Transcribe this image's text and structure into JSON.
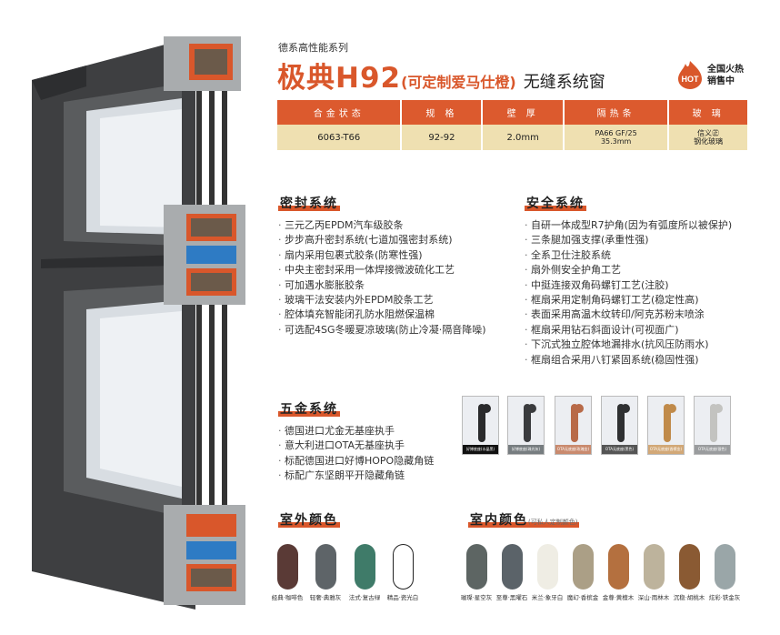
{
  "header": {
    "series": "德系高性能系列",
    "title_main": "极典H92",
    "title_paren": "(可定制爱马仕橙)",
    "title_tail": "无缝系统窗",
    "hot_badge": "HOT",
    "hot_text_1": "全国火热",
    "hot_text_2": "销售中"
  },
  "spec_table": {
    "headers": [
      "合金状态",
      "规 格",
      "壁 厚",
      "隔热条",
      "玻 璃"
    ],
    "values": [
      "6063-T66",
      "92-92",
      "2.0mm",
      "PA66 GF/25\n35.3mm",
      "信义㊣\n钢化玻璃"
    ],
    "values_split": {
      "strip_1": "PA66 GF/25",
      "strip_2": "35.3mm",
      "glass_1": "信义㊣",
      "glass_2": "钢化玻璃"
    }
  },
  "seal": {
    "heading": "密封系统",
    "items": [
      "三元乙丙EPDM汽车级胶条",
      "步步高升密封系统(七道加强密封系统)",
      "扇内采用包裹式胶条(防寒性强)",
      "中央主密封采用一体焊接微波硫化工艺",
      "可加遇水膨胀胶条",
      "玻璃干法安装内外EPDM胶条工艺",
      "腔体填充智能闭孔防水阻燃保温棉",
      "可选配4SG冬暖夏凉玻璃(防止冷凝·隔音降噪)"
    ]
  },
  "safety": {
    "heading": "安全系统",
    "items": [
      "自研一体成型R7护角(因为有弧度所以被保护)",
      "三条腿加强支撑(承重性强)",
      "全系卫仕注胶系统",
      "扇外侧安全护角工艺",
      "中挺连接双角码螺钉工艺(注胶)",
      "框扇采用定制角码螺钉工艺(稳定性高)",
      "表面采用高温木纹转印/阿克苏粉末喷涂",
      "框扇采用钻石斜面设计(可视面广)",
      "下沉式独立腔体地漏排水(抗风压防雨水)",
      "框扇组合采用八钉紧固系统(稳固性强)"
    ]
  },
  "hardware": {
    "heading": "五金系统",
    "items": [
      "德国进口尤金无基座执手",
      "意大利进口OTA无基座执手",
      "标配德国进口好博HOPO隐藏角链",
      "标配广东坚朗平开隐藏角链"
    ],
    "handles": [
      {
        "label": "好博底座(水晶黑)",
        "color": "#2a2a2c",
        "cap": "#111"
      },
      {
        "label": "好博底座(珠光灰)",
        "color": "#3a3b3e",
        "cap": "#777d80"
      },
      {
        "label": "OTA无底座(玫瑰金)",
        "color": "#b86a48",
        "cap": "#c98a6e"
      },
      {
        "label": "OTA无底座(黑色)",
        "color": "#2f3032",
        "cap": "#555"
      },
      {
        "label": "OTA无底座(香槟金)",
        "color": "#c08a4a",
        "cap": "#d2a877"
      },
      {
        "label": "OTA无底座(银色)",
        "color": "#c3c3c0",
        "cap": "#9a9c9e"
      }
    ]
  },
  "outdoor_colors": {
    "heading": "室外颜色",
    "items": [
      {
        "label": "经典·咖啡色",
        "color": "#5a3a36"
      },
      {
        "label": "轻奢·典雅灰",
        "color": "#5e6468"
      },
      {
        "label": "法式·复古绿",
        "color": "#3f7b69"
      },
      {
        "label": "精品·瓷光白",
        "color": "#ffffff"
      }
    ]
  },
  "indoor_colors": {
    "heading": "室内颜色",
    "note": "(可私人定制颜色)",
    "items": [
      {
        "label": "璀璨·星空灰",
        "color": "#5d6563"
      },
      {
        "label": "至尊·黑曜石",
        "color": "#5b6369"
      },
      {
        "label": "米兰·象牙白",
        "color": "#efede4"
      },
      {
        "label": "魔幻·香槟金",
        "color": "#ab9f86"
      },
      {
        "label": "金尊·黄檀木",
        "color": "#b4703f"
      },
      {
        "label": "深山·雨林木",
        "color": "#bdb39c"
      },
      {
        "label": "沉稳·胡桃木",
        "color": "#8a5a33"
      },
      {
        "label": "炫彩·铁金灰",
        "color": "#9aa6a8"
      }
    ]
  },
  "colors": {
    "accent": "#d9572b",
    "table_row": "#efe0b1",
    "frame": "#3d3e40"
  }
}
